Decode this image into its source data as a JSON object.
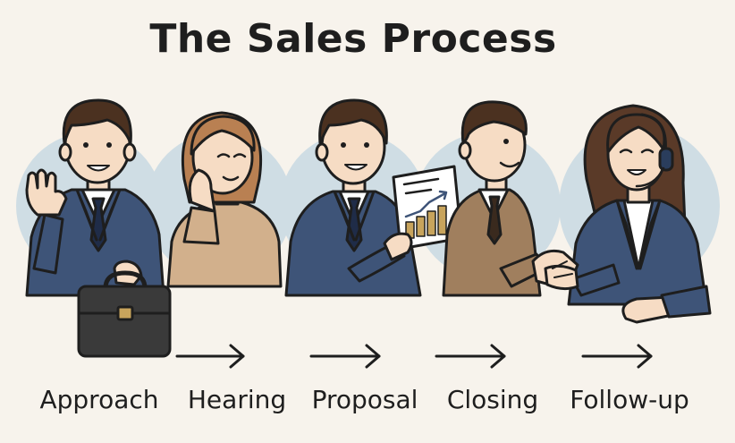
{
  "title": "The Sales Process",
  "stages": [
    {
      "label": "Approach"
    },
    {
      "label": "Hearing"
    },
    {
      "label": "Proposal"
    },
    {
      "label": "Closing"
    },
    {
      "label": "Follow-up"
    }
  ],
  "colors": {
    "background": "#f7f3ec",
    "circle": "#cfdde4",
    "suit_navy": "#3e5478",
    "suit_brown": "#a07f5e",
    "sweater": "#d2b08c",
    "skin": "#f6dcc4",
    "hair_dark": "#4b3120",
    "hair_light": "#b98052",
    "outline": "#1e1e1e"
  }
}
